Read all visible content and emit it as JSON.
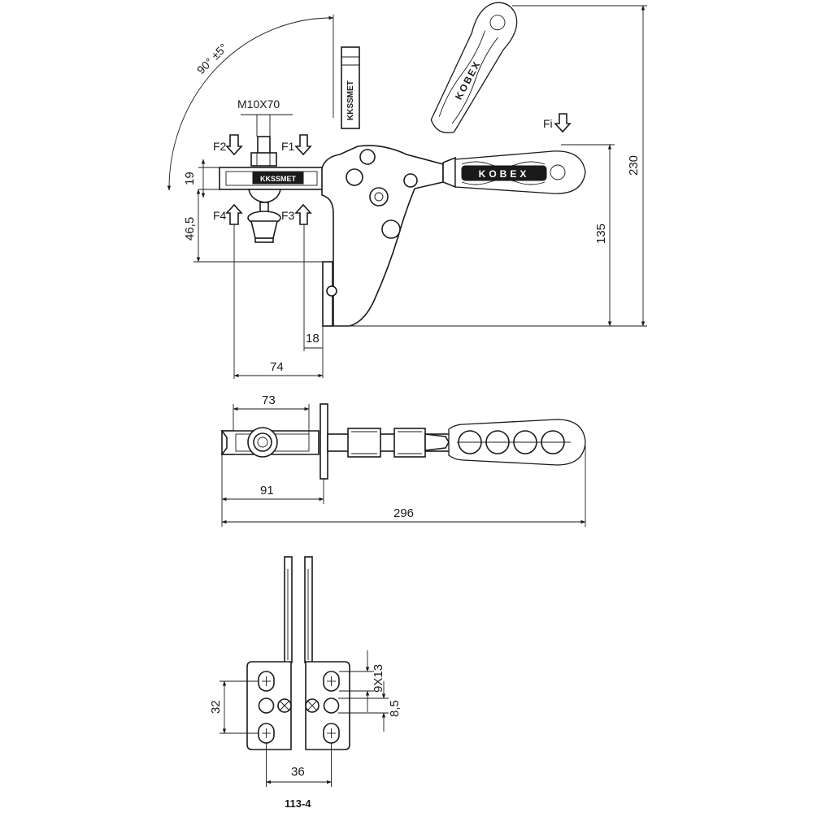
{
  "side_view": {
    "thread_label": "M10X70",
    "angle_label": "90° ±5°",
    "force_labels": {
      "f1": "F1",
      "f2": "F2",
      "f3": "F3",
      "f4": "F4",
      "fi": "Fi"
    },
    "dims": {
      "d19": "19",
      "d46": "46,5",
      "d18": "18",
      "d74": "74",
      "d135": "135",
      "d230": "230"
    },
    "brand_text": "KKSSMET",
    "handle_text": "KOBEX"
  },
  "top_view": {
    "dims": {
      "d73": "73",
      "d91": "91",
      "d296": "296"
    }
  },
  "base_view": {
    "dims": {
      "d32": "32",
      "d9x13": "9X13",
      "d85": "8,5",
      "d36": "36"
    }
  },
  "model_number": "113-4"
}
